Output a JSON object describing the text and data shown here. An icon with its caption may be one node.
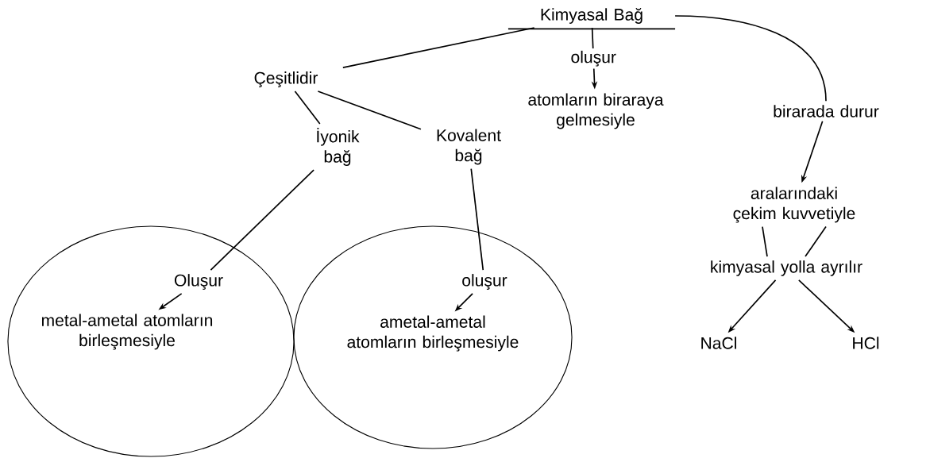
{
  "diagram": {
    "nodes": [
      {
        "text": [
          "Kimyasal Bağ"
        ]
      },
      {
        "text": [
          "Çeşitlidir"
        ]
      },
      {
        "text": [
          "atomların biraraya gelmesiyle"
        ]
      },
      {
        "text": [
          "birarada durur"
        ]
      },
      {
        "text": [
          "İyonik bağ"
        ]
      },
      {
        "text": [
          "Kovalent bağ"
        ]
      },
      {
        "text": [],
        "shape": "circle"
      },
      {
        "text": [
          "Oluşur"
        ],
        "in": 6
      },
      {
        "text": [
          "metal-ametal atomların birleşmesiyle"
        ],
        "in": 6
      },
      {
        "text": [],
        "shape": "circle"
      },
      {
        "text": [
          "oluşur"
        ],
        "in": 9
      },
      {
        "text": [
          "ametal-ametal atomların birleşmesiyle"
        ],
        "in": 9
      },
      {
        "text": [
          "aralarındaki çekim kuvvetiyle"
        ]
      },
      {
        "text": [
          "kimyasal yolla ayrılır"
        ]
      },
      {
        "text": [
          "NaCl"
        ]
      },
      {
        "text": [
          "HCl"
        ]
      }
    ],
    "edges": [
      {
        "from": 0,
        "to": 1,
        "arrow": "none"
      },
      {
        "from": 0,
        "to": 2,
        "arrow": "to",
        "label": "oluşur"
      },
      {
        "from": 0,
        "to": 3,
        "arrow": "none"
      },
      {
        "from": 1,
        "to": 4,
        "arrow": "none"
      },
      {
        "from": 1,
        "to": 5,
        "arrow": "none"
      },
      {
        "from": 4,
        "to": 7,
        "arrow": "none"
      },
      {
        "from": 7,
        "to": 8,
        "arrow": "to"
      },
      {
        "from": 5,
        "to": 10,
        "arrow": "none"
      },
      {
        "from": 10,
        "to": 11,
        "arrow": "to"
      },
      {
        "from": 3,
        "to": 12,
        "arrow": "to"
      },
      {
        "from": 12,
        "to": 13,
        "arrow": "none"
      },
      {
        "from": 12,
        "to": 13,
        "arrow": "none"
      },
      {
        "from": 13,
        "to": 14,
        "arrow": "to"
      },
      {
        "from": 13,
        "to": 15,
        "arrow": "to"
      }
    ]
  }
}
